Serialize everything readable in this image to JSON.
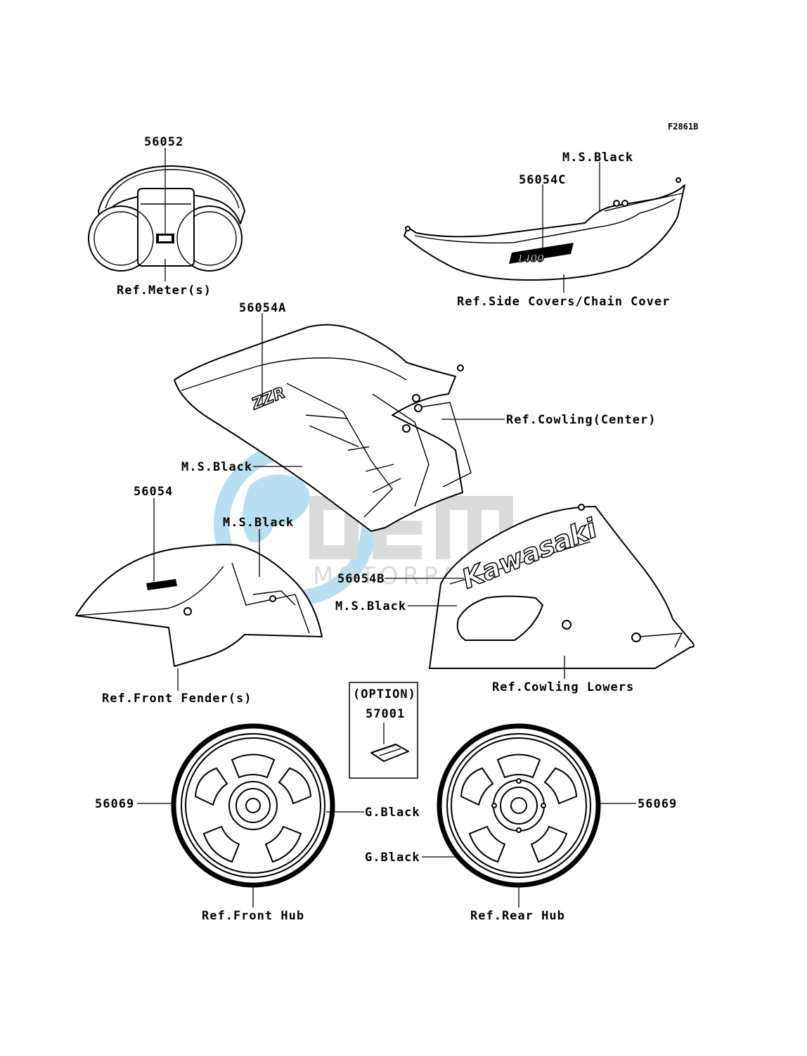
{
  "figure_code": "F2861B",
  "labels": {
    "meter_part": "56052",
    "meter_ref": "Ref.Meter(s)",
    "side_color": "M.S.Black",
    "side_part": "56054C",
    "side_ref": "Ref.Side Covers/Chain Cover",
    "center_part": "56054A",
    "center_ref": "Ref.Cowling(Center)",
    "center_color": "M.S.Black",
    "fender_part": "56054",
    "fender_color": "M.S.Black",
    "fender_ref": "Ref.Front Fender(s)",
    "lower_part": "56054B",
    "lower_color": "M.S.Black",
    "lower_ref": "Ref.Cowling Lowers",
    "option_title": "(OPTION)",
    "option_part": "57001",
    "front_wheel_part": "56069",
    "front_wheel_color": "G.Black",
    "front_wheel_ref": "Ref.Front Hub",
    "rear_wheel_part": "56069",
    "rear_wheel_color": "G.Black",
    "rear_wheel_ref": "Ref.Rear Hub"
  },
  "decals": {
    "center": "ZZR",
    "side": "1400",
    "lower": "Kawasaki"
  },
  "watermark": {
    "logo": "OEM",
    "sub": "MOTORPARKS"
  },
  "colors": {
    "line": "#000000",
    "watermark_blue": "#7fc6e6",
    "watermark_gray": "#b9bcbf"
  }
}
